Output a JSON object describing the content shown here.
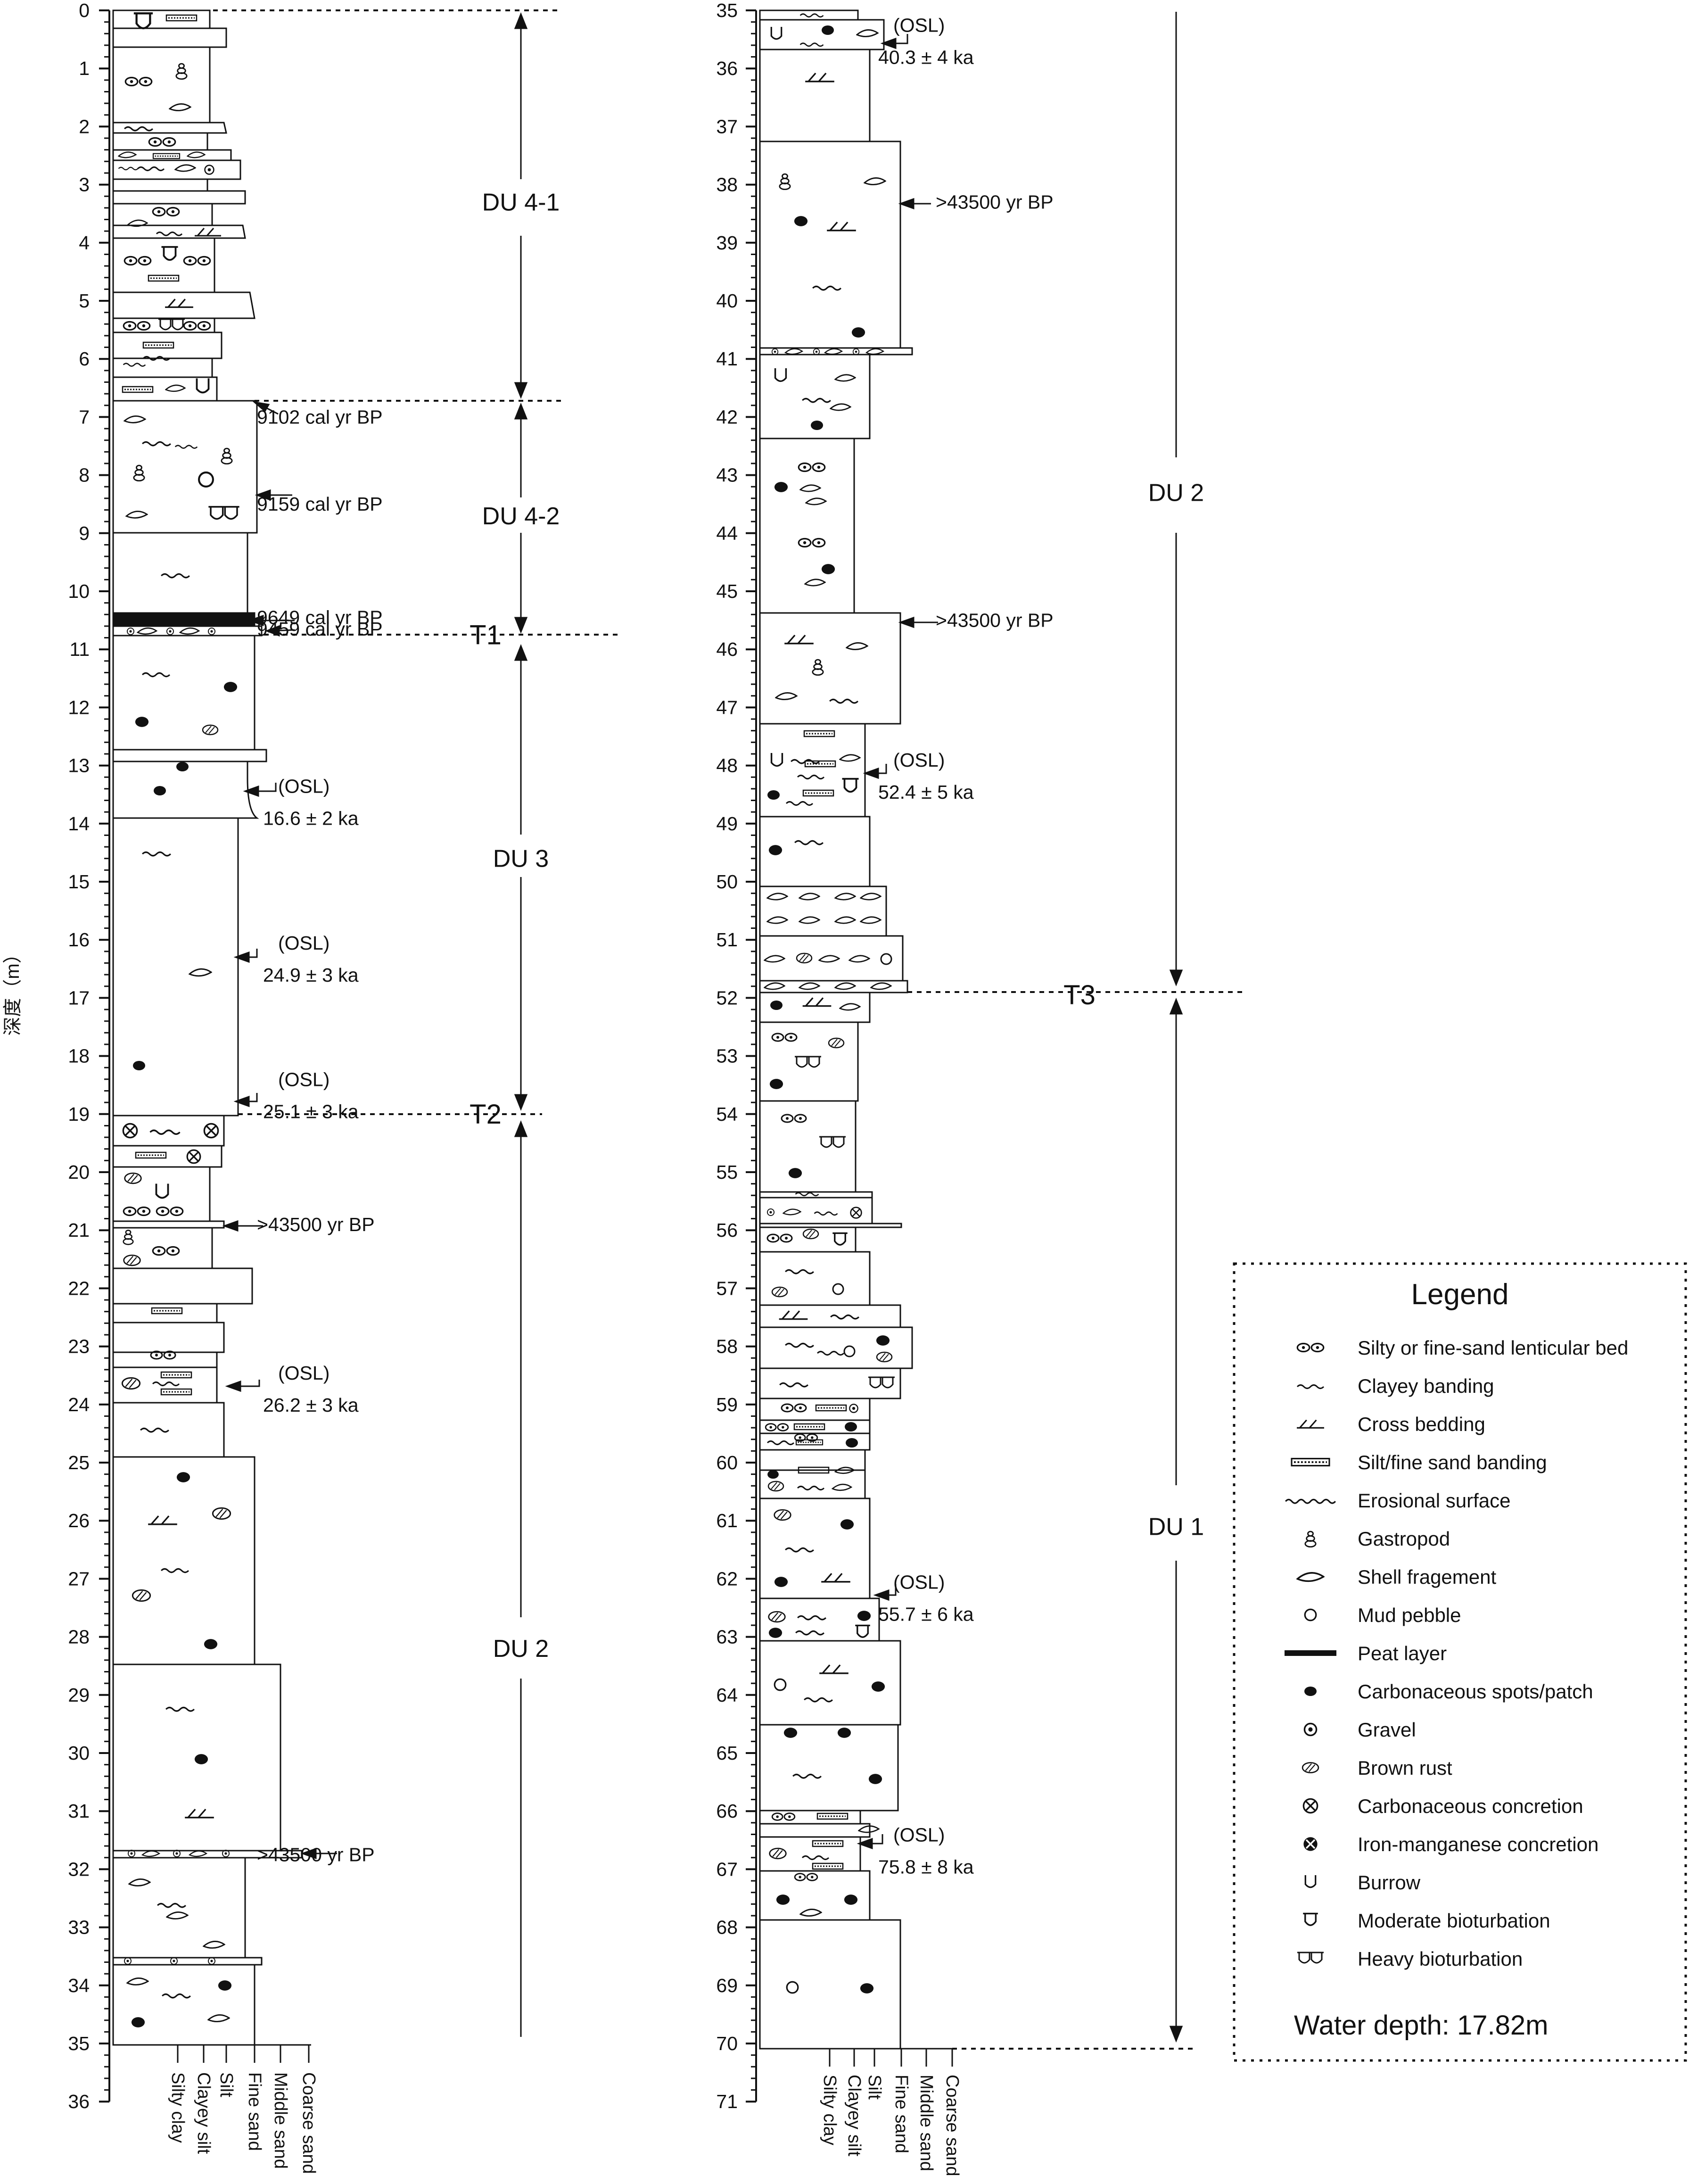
{
  "y_axis_label": "深度（m）",
  "left_column": {
    "depth_range_m": [
      0,
      36
    ],
    "tick_labels": [
      "0",
      "1",
      "2",
      "3",
      "4",
      "5",
      "6",
      "7",
      "8",
      "9",
      "10",
      "11",
      "12",
      "13",
      "14",
      "15",
      "16",
      "17",
      "18",
      "19",
      "20",
      "21",
      "22",
      "23",
      "24",
      "25",
      "26",
      "27",
      "28",
      "29",
      "30",
      "31",
      "32",
      "33",
      "34",
      "35",
      "36"
    ],
    "grain_size_labels": [
      "Silty clay",
      "Clayey silt",
      "Silt",
      "Fine sand",
      "Middle sand",
      "Coarse sand"
    ],
    "unit_labels": [
      {
        "text": "DU 4-1",
        "depth": 3.3
      },
      {
        "text": "DU 4-2",
        "depth": 8.7
      },
      {
        "text": "DU 3",
        "depth": 14.6
      },
      {
        "text": "DU 2",
        "depth": 28.2
      }
    ],
    "boundary_labels": [
      {
        "text": "T1",
        "depth": 10.75
      },
      {
        "text": "T2",
        "depth": 19.0
      }
    ],
    "dates": [
      {
        "text": "9102 cal yr BP",
        "depth": 7.0
      },
      {
        "text": "9159 cal yr BP",
        "depth": 8.5
      },
      {
        "text": "9649 cal yr BP",
        "depth": 10.45
      },
      {
        "text": "9459 cal yr BP",
        "depth": 10.65
      },
      {
        "method": "(OSL)",
        "age": "16.6 ± 2 ka",
        "depth": 13.6
      },
      {
        "method": "(OSL)",
        "age": "24.9 ± 3 ka",
        "depth": 16.3
      },
      {
        "method": "(OSL)",
        "age": "25.1 ± 3 ka",
        "depth": 18.65
      },
      {
        "text": ">43500 yr BP",
        "depth": 20.9
      },
      {
        "method": "(OSL)",
        "age": "26.2 ± 3 ka",
        "depth": 23.7
      },
      {
        "text": ">43500 yr BP",
        "depth": 31.75
      }
    ]
  },
  "right_column": {
    "depth_range_m": [
      35,
      71
    ],
    "tick_labels": [
      "35",
      "36",
      "37",
      "38",
      "39",
      "40",
      "41",
      "42",
      "43",
      "44",
      "45",
      "46",
      "47",
      "48",
      "49",
      "50",
      "51",
      "52",
      "53",
      "54",
      "55",
      "56",
      "57",
      "58",
      "59",
      "60",
      "61",
      "62",
      "63",
      "64",
      "65",
      "66",
      "67",
      "68",
      "69",
      "70",
      "71"
    ],
    "grain_size_labels": [
      "Silty clay",
      "Clayey silt",
      "Silt",
      "Fine sand",
      "Middle sand",
      "Coarse sand"
    ],
    "unit_labels": [
      {
        "text": "DU 2",
        "depth": 43.3
      },
      {
        "text": "DU 1",
        "depth": 61.1
      }
    ],
    "boundary_labels": [
      {
        "text": "T3",
        "depth": 51.95
      }
    ],
    "dates": [
      {
        "method": "(OSL)",
        "age": "40.3 ± 4 ka",
        "depth": 35.5
      },
      {
        "text": ">43500 yr BP",
        "depth": 38.3
      },
      {
        "text": ">43500 yr BP",
        "depth": 45.5
      },
      {
        "method": "(OSL)",
        "age": "52.4 ± 5 ka",
        "depth": 48.15
      },
      {
        "method": "(OSL)",
        "age": "55.7 ± 6 ka",
        "depth": 62.3
      },
      {
        "method": "(OSL)",
        "age": "75.8 ± 8 ka",
        "depth": 66.65
      }
    ]
  },
  "legend": {
    "title": "Legend",
    "items": [
      {
        "symbol": "lenticular-icon",
        "label": "Silty or fine-sand lenticular bed"
      },
      {
        "symbol": "clayey-banding-icon",
        "label": "Clayey banding"
      },
      {
        "symbol": "cross-bedding-icon",
        "label": "Cross bedding"
      },
      {
        "symbol": "silt-banding-icon",
        "label": "Silt/fine sand banding"
      },
      {
        "symbol": "erosional-icon",
        "label": "Erosional  surface"
      },
      {
        "symbol": "gastropod-icon",
        "label": "Gastropod"
      },
      {
        "symbol": "shell-icon",
        "label": "Shell fragement"
      },
      {
        "symbol": "mud-pebble-icon",
        "label": "Mud  pebble"
      },
      {
        "symbol": "peat-icon",
        "label": "Peat layer"
      },
      {
        "symbol": "carbon-spot-icon",
        "label": "Carbonaceous spots/patch"
      },
      {
        "symbol": "gravel-icon",
        "label": "Gravel"
      },
      {
        "symbol": "brown-rust-icon",
        "label": "Brown rust"
      },
      {
        "symbol": "carbon-concretion-icon",
        "label": "Carbonaceous concretion"
      },
      {
        "symbol": "fe-mn-concretion-icon",
        "label": "Iron-manganese concretion"
      },
      {
        "symbol": "burrow-icon",
        "label": "Burrow"
      },
      {
        "symbol": "moderate-bioturbation-icon",
        "label": "Moderate bioturbation"
      },
      {
        "symbol": "heavy-bioturbation-icon",
        "label": "Heavy bioturbation"
      }
    ],
    "footer": "Water depth: 17.82m"
  }
}
